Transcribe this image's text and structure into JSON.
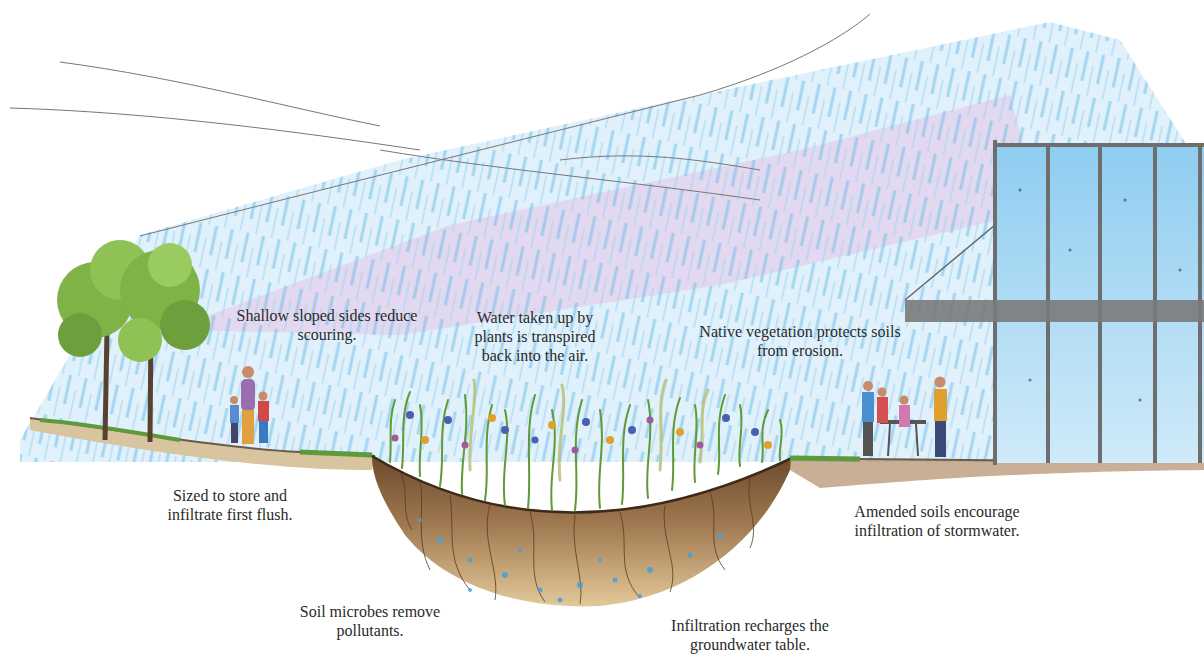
{
  "diagram": {
    "labels": [
      "Shallow sloped sides reduce scouring.",
      "Water taken up by plants is transpired back into the air.",
      "Native vegetation protects soils from erosion.",
      "Sized to store and infiltrate first flush.",
      "Amended soils encourage infiltration of stormwater.",
      "Soil microbes remove pollutants.",
      "Infiltration recharges the groundwater table."
    ]
  }
}
